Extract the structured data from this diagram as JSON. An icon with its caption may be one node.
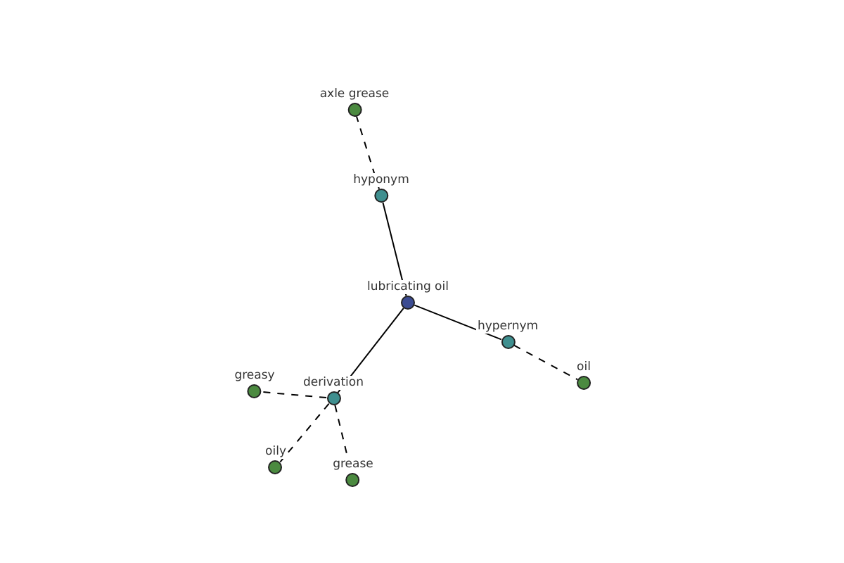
{
  "diagram": {
    "nodes": [
      {
        "text": [
          "lubricating oil"
        ]
      },
      {
        "text": [
          "hyponym"
        ]
      },
      {
        "text": [
          "axle grease"
        ]
      },
      {
        "text": [
          "hypernym"
        ]
      },
      {
        "text": [
          "oil"
        ]
      },
      {
        "text": [
          "derivation"
        ]
      },
      {
        "text": [
          "greasy"
        ]
      },
      {
        "text": [
          "oily"
        ]
      },
      {
        "text": [
          "grease"
        ]
      }
    ],
    "edges": [
      {
        "from": 0,
        "to": 1,
        "arrow": "none"
      },
      {
        "from": 1,
        "to": 2,
        "arrow": "none",
        "style": "dashed"
      },
      {
        "from": 0,
        "to": 3,
        "arrow": "none"
      },
      {
        "from": 3,
        "to": 4,
        "arrow": "none",
        "style": "dashed"
      },
      {
        "from": 0,
        "to": 5,
        "arrow": "none"
      },
      {
        "from": 5,
        "to": 6,
        "arrow": "none",
        "style": "dashed"
      },
      {
        "from": 5,
        "to": 7,
        "arrow": "none",
        "style": "dashed"
      },
      {
        "from": 5,
        "to": 8,
        "arrow": "none",
        "style": "dashed"
      }
    ]
  }
}
